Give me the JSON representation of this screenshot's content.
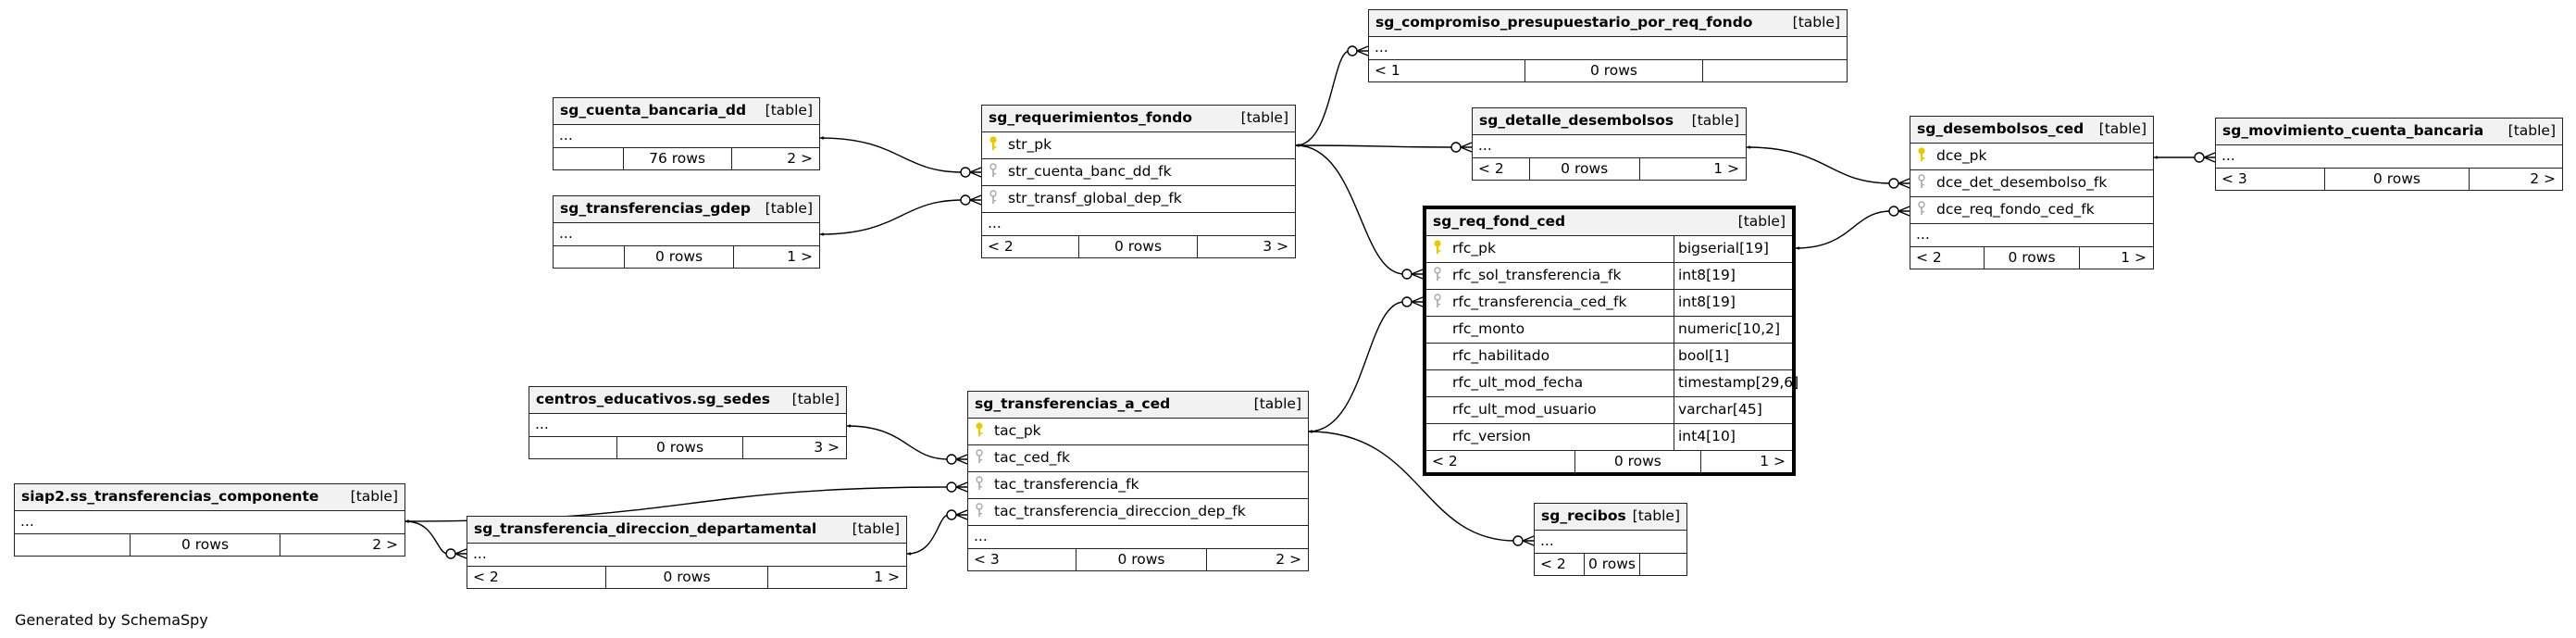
{
  "footer": "Generated by SchemaSpy",
  "colors": {
    "pk_key": "#e8c800",
    "fk_key": "#a8a8a8",
    "header_bg": "#f2f2f2",
    "border": "#222222"
  },
  "tables": {
    "compromiso": {
      "name": "sg_compromiso_presupuestario_por_req_fondo",
      "kind": "[table]",
      "rows": [],
      "ellipsis": "...",
      "foot": [
        "< 1",
        "0 rows",
        ""
      ]
    },
    "cuenta_bancaria": {
      "name": "sg_cuenta_bancaria_dd",
      "kind": "[table]",
      "rows": [],
      "ellipsis": "...",
      "foot": [
        "",
        "76 rows",
        "2 >"
      ]
    },
    "transferencias_gdep": {
      "name": "sg_transferencias_gdep",
      "kind": "[table]",
      "rows": [],
      "ellipsis": "...",
      "foot": [
        "",
        "0 rows",
        "1 >"
      ]
    },
    "requerimientos": {
      "name": "sg_requerimientos_fondo",
      "kind": "[table]",
      "rows": [
        {
          "icon": "pk",
          "col": "str_pk"
        },
        {
          "icon": "fk",
          "col": "str_cuenta_banc_dd_fk"
        },
        {
          "icon": "fk",
          "col": "str_transf_global_dep_fk"
        }
      ],
      "ellipsis": "...",
      "foot": [
        "< 2",
        "0 rows",
        "3 >"
      ]
    },
    "detalle": {
      "name": "sg_detalle_desembolsos",
      "kind": "[table]",
      "rows": [],
      "ellipsis": "...",
      "foot": [
        "< 2",
        "0 rows",
        "1 >"
      ]
    },
    "desembolsos": {
      "name": "sg_desembolsos_ced",
      "kind": "[table]",
      "rows": [
        {
          "icon": "pk",
          "col": "dce_pk"
        },
        {
          "icon": "fk",
          "col": "dce_det_desembolso_fk"
        },
        {
          "icon": "fk",
          "col": "dce_req_fondo_ced_fk"
        }
      ],
      "ellipsis": "...",
      "foot": [
        "< 2",
        "0 rows",
        "1 >"
      ]
    },
    "movimiento": {
      "name": "sg_movimiento_cuenta_bancaria",
      "kind": "[table]",
      "rows": [],
      "ellipsis": "...",
      "foot": [
        "< 3",
        "0 rows",
        "2 >"
      ]
    },
    "req_fond_ced": {
      "name": "sg_req_fond_ced",
      "kind": "[table]",
      "rows": [
        {
          "icon": "pk",
          "col": "rfc_pk",
          "type": "bigserial[19]"
        },
        {
          "icon": "fk",
          "col": "rfc_sol_transferencia_fk",
          "type": "int8[19]"
        },
        {
          "icon": "fk",
          "col": "rfc_transferencia_ced_fk",
          "type": "int8[19]"
        },
        {
          "icon": "",
          "col": "rfc_monto",
          "type": "numeric[10,2]"
        },
        {
          "icon": "",
          "col": "rfc_habilitado",
          "type": "bool[1]"
        },
        {
          "icon": "",
          "col": "rfc_ult_mod_fecha",
          "type": "timestamp[29,6]"
        },
        {
          "icon": "",
          "col": "rfc_ult_mod_usuario",
          "type": "varchar[45]"
        },
        {
          "icon": "",
          "col": "rfc_version",
          "type": "int4[10]"
        }
      ],
      "ellipsis": null,
      "foot": [
        "< 2",
        "0 rows",
        "1 >"
      ]
    },
    "sedes": {
      "name": "centros_educativos.sg_sedes",
      "kind": "[table]",
      "rows": [],
      "ellipsis": "...",
      "foot": [
        "",
        "0 rows",
        "3 >"
      ]
    },
    "transferencias_a_ced": {
      "name": "sg_transferencias_a_ced",
      "kind": "[table]",
      "rows": [
        {
          "icon": "pk",
          "col": "tac_pk"
        },
        {
          "icon": "fk",
          "col": "tac_ced_fk"
        },
        {
          "icon": "fk",
          "col": "tac_transferencia_fk"
        },
        {
          "icon": "fk",
          "col": "tac_transferencia_direccion_dep_fk"
        }
      ],
      "ellipsis": "...",
      "foot": [
        "< 3",
        "0 rows",
        "2 >"
      ]
    },
    "componente": {
      "name": "siap2.ss_transferencias_componente",
      "kind": "[table]",
      "rows": [],
      "ellipsis": "...",
      "foot": [
        "",
        "0 rows",
        "2 >"
      ]
    },
    "direccion": {
      "name": "sg_transferencia_direccion_departamental",
      "kind": "[table]",
      "rows": [],
      "ellipsis": "...",
      "foot": [
        "< 2",
        "0 rows",
        "1 >"
      ]
    },
    "recibos": {
      "name": "sg_recibos",
      "kind": "[table]",
      "rows": [],
      "ellipsis": "...",
      "foot": [
        "< 2",
        "0 rows",
        ""
      ]
    }
  }
}
